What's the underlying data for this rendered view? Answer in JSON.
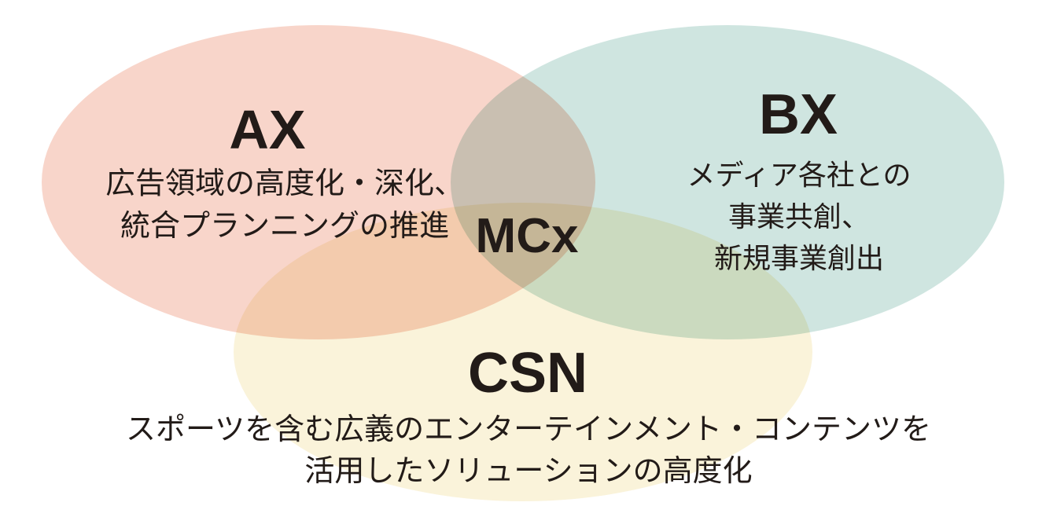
{
  "diagram": {
    "background_color": "#ffffff",
    "text_color": "#221b18",
    "sets": [
      {
        "id": "ax",
        "label": "AX",
        "color": "#f8d5ca",
        "description_lines": [
          "広告領域の高度化・深化、",
          "統合プランニングの推進"
        ]
      },
      {
        "id": "bx",
        "label": "BX",
        "color": "#cfe5e0",
        "description_lines": [
          "メディア各社との",
          "事業共創、",
          "新規事業創出"
        ]
      },
      {
        "id": "csn",
        "label": "CSN",
        "color": "#faf3da",
        "description_lines": [
          "スポーツを含む広義のエンターテインメント・コンテンツを",
          "活用したソリューションの高度化"
        ]
      }
    ],
    "center_label": "MCx"
  }
}
